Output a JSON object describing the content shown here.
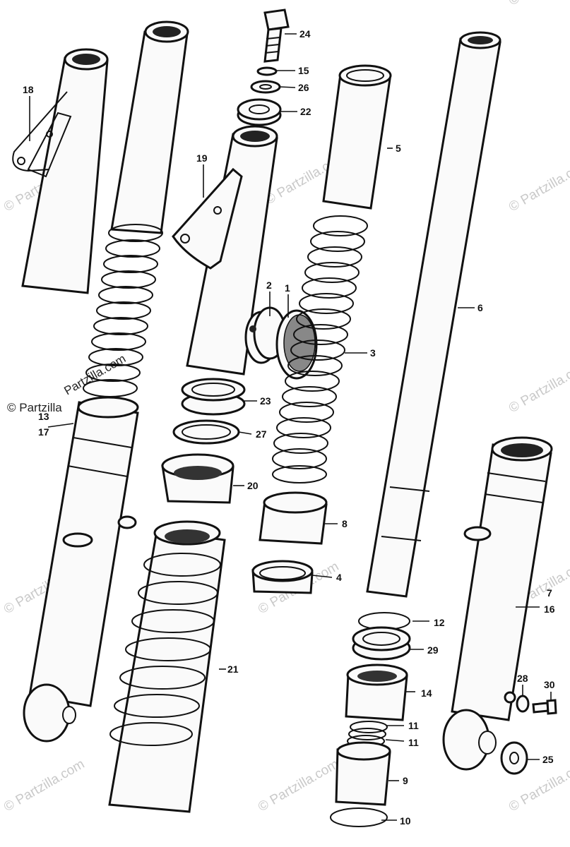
{
  "diagram": {
    "callouts": [
      {
        "id": "c24",
        "text": "24"
      },
      {
        "id": "c15",
        "text": "15"
      },
      {
        "id": "c26",
        "text": "26"
      },
      {
        "id": "c22",
        "text": "22"
      },
      {
        "id": "c5",
        "text": "5"
      },
      {
        "id": "c18",
        "text": "18"
      },
      {
        "id": "c19",
        "text": "19"
      },
      {
        "id": "c6",
        "text": "6"
      },
      {
        "id": "c2",
        "text": "2"
      },
      {
        "id": "c1",
        "text": "1"
      },
      {
        "id": "c3",
        "text": "3"
      },
      {
        "id": "c13",
        "text": "13"
      },
      {
        "id": "c17",
        "text": "17"
      },
      {
        "id": "c23",
        "text": "23"
      },
      {
        "id": "c27",
        "text": "27"
      },
      {
        "id": "c20",
        "text": "20"
      },
      {
        "id": "c8",
        "text": "8"
      },
      {
        "id": "c4",
        "text": "4"
      },
      {
        "id": "c7",
        "text": "7"
      },
      {
        "id": "c16",
        "text": "16"
      },
      {
        "id": "c12",
        "text": "12"
      },
      {
        "id": "c29",
        "text": "29"
      },
      {
        "id": "c21",
        "text": "21"
      },
      {
        "id": "c14",
        "text": "14"
      },
      {
        "id": "c28",
        "text": "28"
      },
      {
        "id": "c30",
        "text": "30"
      },
      {
        "id": "c11a",
        "text": "11"
      },
      {
        "id": "c11b",
        "text": "11"
      },
      {
        "id": "c25",
        "text": "25"
      },
      {
        "id": "c9",
        "text": "9"
      },
      {
        "id": "c10",
        "text": "10"
      }
    ],
    "watermark": {
      "text": "© Partzilla.com",
      "text_alt": "© Partzilla.com",
      "copyright_label": "© Partzilla",
      "domain_label": "Partzilla.com"
    }
  }
}
